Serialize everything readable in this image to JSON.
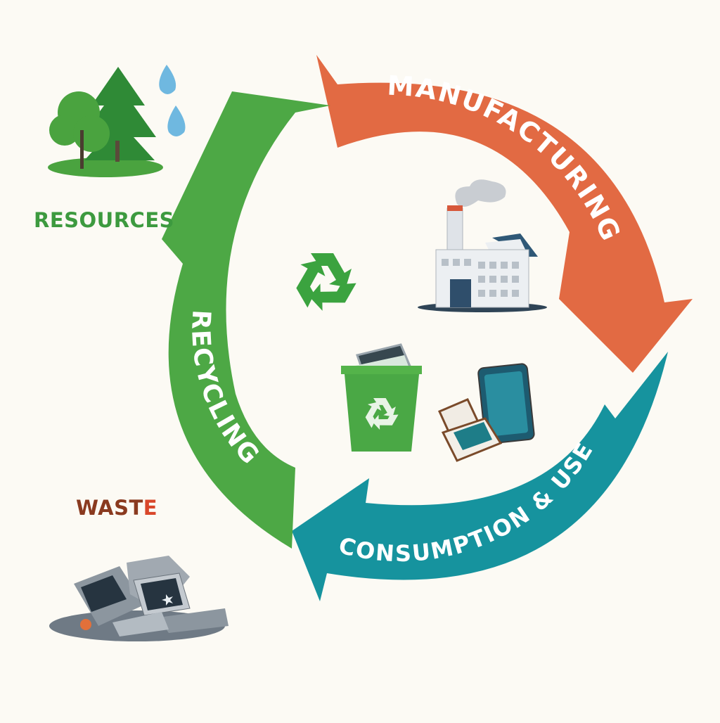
{
  "stages": {
    "manufacturing": {
      "label": "MANUFACTURING",
      "color": "#e26a43"
    },
    "consumption": {
      "label": "CONSUMPTION & USE",
      "color": "#16939e"
    },
    "recycling": {
      "label": "RECYCLING",
      "color": "#4da845"
    }
  },
  "side_labels": {
    "resources": {
      "text": "RESOURCES",
      "color": "#3d9a3f"
    },
    "waste": {
      "text": "WASTE",
      "color": "#8a3a1f",
      "accent_color": "#d9472a"
    }
  },
  "icons": {
    "resources": "trees-and-water-drops-icon",
    "waste": "scrap-pile-icon",
    "center": "recycle-symbol-icon",
    "factory": "factory-icon",
    "bin": "recycling-bin-icon",
    "devices": "devices-icon"
  },
  "colors": {
    "background": "#fcfaf4",
    "tree": "#4aa33f",
    "tree_dark": "#2f8a36",
    "water": "#6fb8e0",
    "recycle_symbol": "#3ba33f"
  }
}
